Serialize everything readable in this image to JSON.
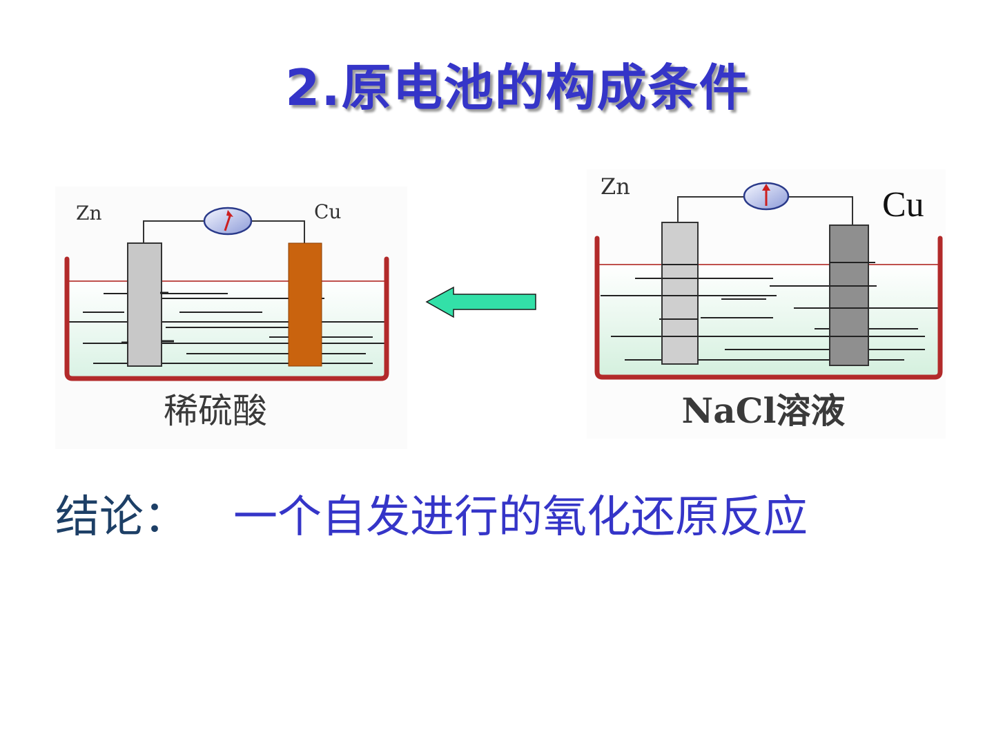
{
  "slide": {
    "title": "2.原电池的构成条件"
  },
  "left_cell": {
    "electrode_left": "Zn",
    "electrode_right": "Cu",
    "solution": "稀硫酸",
    "colors": {
      "zn": "#c8c8c8",
      "cu": "#c9630e",
      "beaker": "#b22a2a",
      "liquid_top": "#ffffff",
      "liquid_bottom": "#d9f2e4"
    }
  },
  "right_cell": {
    "electrode_left": "Zn",
    "electrode_right": "Cu",
    "solution": "NaCl溶液",
    "colors": {
      "zn": "#cfcfcf",
      "cu": "#8f8f8f",
      "beaker": "#b22a2a"
    }
  },
  "arrow": {
    "direction": "left",
    "color": "#33e0a8"
  },
  "conclusion": {
    "label": "结论：",
    "text": "一个自发进行的氧化还原反应"
  }
}
